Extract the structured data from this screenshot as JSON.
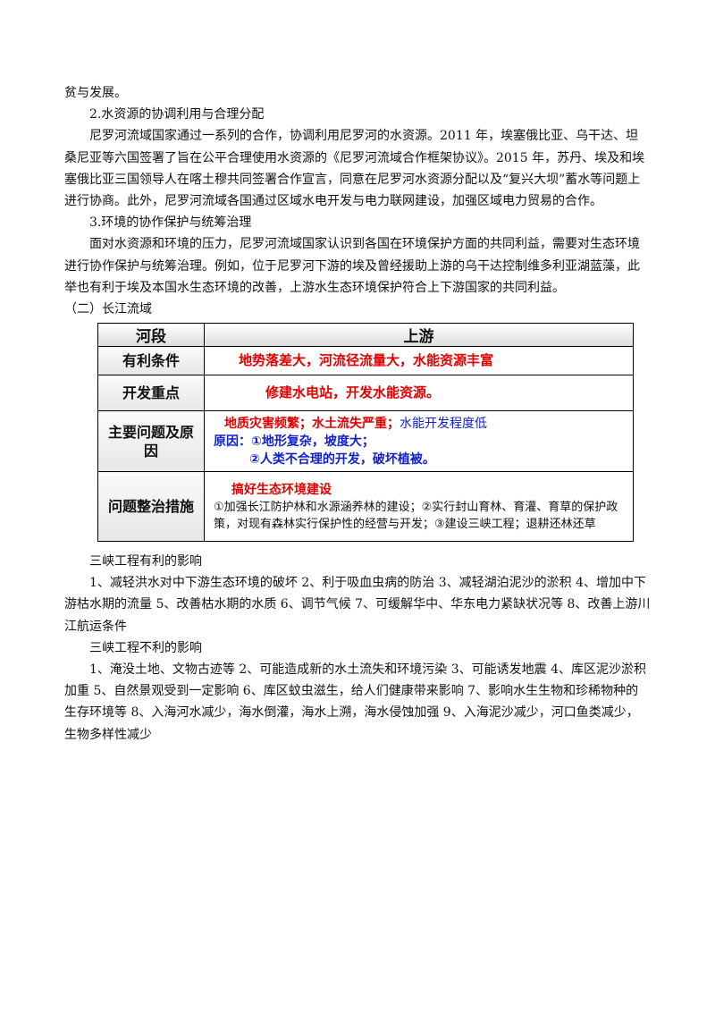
{
  "top_text": {
    "line0": "贫与发展。",
    "heading2": "2.水资源的协调利用与合理分配",
    "para2": "尼罗河流域国家通过一系列的合作，协调利用尼罗河的水资源。2011 年，埃塞俄比亚、乌干达、坦桑尼亚等六国签署了旨在公平合理使用水资源的《尼罗河流域合作框架协议》。2015 年，苏丹、埃及和埃塞俄比亚三国领导人在喀土穆共同签署合作宣言，同意在尼罗河水资源分配以及“复兴大坝”蓄水等问题上进行协商。此外，尼罗河流域各国通过区域水电开发与电力联网建设，加强区域电力贸易的合作。",
    "heading3": "3.环境的协作保护与统筹治理",
    "para3": "面对水资源和环境的压力，尼罗河流域国家认识到各国在环境保护方面的共同利益，需要对生态环境进行协作保护与统筹治理。例如，位于尼罗河下游的埃及曾经援助上游的乌干达控制维多利亚湖蓝藻，此举也有利于埃及本国水生态环境的改善，上游水生态环境保护符合上下游国家的共同利益。",
    "section2": "（二）长江流域"
  },
  "table": {
    "header_col1": "河段",
    "header_col2": "上游",
    "rows": [
      {
        "label": "有利条件",
        "text": "地势落差大，河流径流量大，水能资源丰富"
      },
      {
        "label": "开发重点",
        "text": "修建水电站，开发水能资源。"
      },
      {
        "label": "主要问题及原因",
        "problem_red": "地质灾害频繁；水土流失严重；",
        "problem_blue": "水能开发程度低",
        "cause1": "原因：①地形复杂，坡度大；",
        "cause2": "②人类不合理的开发，破坏植被。"
      },
      {
        "label": "问题整治措施",
        "title": "搞好生态环境建设",
        "measures": "①加强长江防护林和水源涵养林的建设；②实行封山育林、育灌、育草的保护政策，对现有森林实行保护性的经营与开发；③建设三峡工程；退耕还林还草"
      }
    ]
  },
  "bottom_text": {
    "heading_good": "三峡工程有利的影响",
    "para_good": "1、减轻洪水对中下游生态环境的破坏 2、利于吸血虫病的防治 3、减轻湖泊泥沙的淤积 4、增加中下游枯水期的流量 5、改善枯水期的水质 6、调节气候 7、可缓解华中、华东电力紧缺状况等 8、改善上游川江航运条件",
    "heading_bad": "三峡工程不利的影响",
    "para_bad": "1、淹没土地、文物古迹等 2、可能造成新的水土流失和环境污染 3、可能诱发地震 4、库区泥沙淤积加重 5、自然景观受到一定影响 6、库区蚊虫滋生，给人们健康带来影响 7、影响水生生物和珍稀物种的生存环境等 8、入海河水减少，海水倒灌，海水上溯，海水侵蚀加强 9、入海泥沙减少，河口鱼类减少，生物多样性减少"
  }
}
